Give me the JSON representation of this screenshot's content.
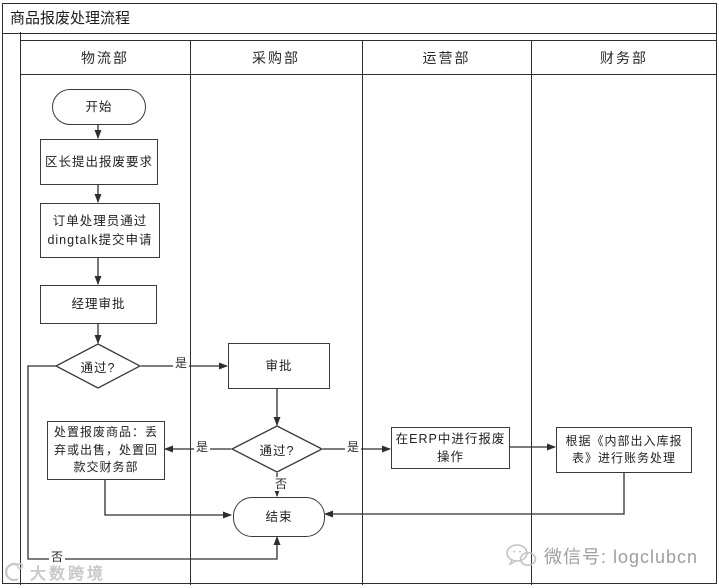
{
  "title": "商品报废处理流程",
  "lanes": [
    {
      "label": "物流部"
    },
    {
      "label": "采购部"
    },
    {
      "label": "运营部"
    },
    {
      "label": "财务部"
    }
  ],
  "nodes": {
    "start": {
      "label": "开始",
      "type": "terminator"
    },
    "request": {
      "label": "区长提出报废要求",
      "type": "process"
    },
    "submit": {
      "label": "订单处理员通过\ndingtalk提交申请",
      "type": "process"
    },
    "manager_review": {
      "label": "经理审批",
      "type": "process"
    },
    "decision_manager": {
      "label": "通过?",
      "type": "decision"
    },
    "purchase_review": {
      "label": "审批",
      "type": "process"
    },
    "decision_purchase": {
      "label": "通过?",
      "type": "decision"
    },
    "dispose": {
      "label": "处置报废商品：丢\n弃或出售，处置回\n款交财务部",
      "type": "process"
    },
    "erp": {
      "label": "在ERP中进行报废\n操作",
      "type": "process"
    },
    "finance": {
      "label": "根据《内部出入库报\n表》进行账务处理",
      "type": "process"
    },
    "end": {
      "label": "结束",
      "type": "terminator"
    }
  },
  "edge_labels": {
    "manager_yes": "是",
    "purchase_yes_left": "是",
    "purchase_yes_right": "是",
    "purchase_no": "否",
    "manager_no": "否"
  },
  "watermark": {
    "text": "大数跨境"
  },
  "footer": {
    "wechat": "微信号: logclubcn"
  },
  "colors": {
    "line": "#2e2e2e",
    "text": "#222222",
    "watermark": "#c9c9c9",
    "footer_text": "#9e9e9e"
  }
}
